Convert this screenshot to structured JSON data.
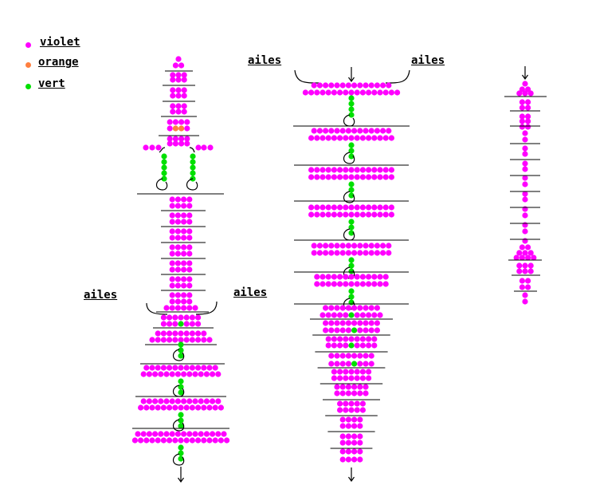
{
  "legend": {
    "items": [
      {
        "label": "violet",
        "color": "#ff00ff"
      },
      {
        "label": "orange",
        "color": "#ff7f3f"
      },
      {
        "label": "vert",
        "color": "#00e000"
      }
    ]
  },
  "labels": {
    "wing": "ailes"
  },
  "colors": {
    "bead_magenta": "#ff00ff",
    "bead_green": "#00e000",
    "bead_orange": "#ff7f3f",
    "line": "#000000"
  }
}
